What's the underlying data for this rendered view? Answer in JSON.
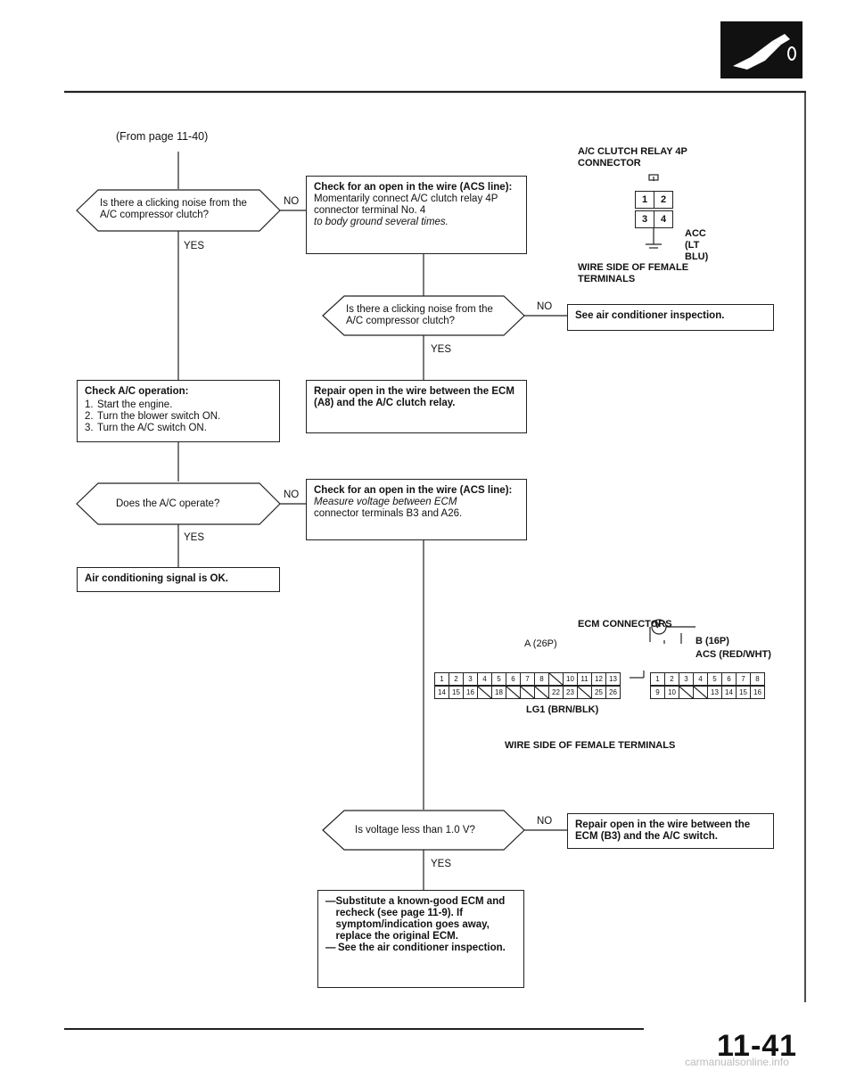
{
  "header": {
    "from_page": "(From page 11-40)",
    "page_number": "11-41",
    "watermark": "carmanualsonline.info"
  },
  "flow": {
    "q1": {
      "text": "Is there a clicking noise from the A/C compressor clutch?"
    },
    "b1": {
      "head": "Check for an open in the wire (ACS line):",
      "body": "Momentarily connect A/C clutch relay 4P connector terminal No. 4",
      "italic": "to body ground several times."
    },
    "q2": {
      "text": "Is there a clicking noise from the A/C compressor clutch?"
    },
    "b2": {
      "text": "See air conditioner inspection."
    },
    "b3": {
      "text": "Repair open in the wire between the ECM (A8) and the A/C clutch relay."
    },
    "b4": {
      "head": "Check A/C operation:",
      "steps": [
        "Start the engine.",
        "Turn the blower switch ON.",
        "Turn the A/C switch ON."
      ]
    },
    "q3": {
      "text": "Does the A/C operate?"
    },
    "b5": {
      "head": "Check for an open in the wire (ACS line):",
      "italic": "Measure voltage between ECM",
      "body": "connector terminals B3 and A26."
    },
    "b6": {
      "text": "Air conditioning signal is OK."
    },
    "q4": {
      "text": "Is voltage less than 1.0 V?"
    },
    "b7": {
      "text": "Repair open in the wire between the ECM (B3) and the A/C switch."
    },
    "b8": {
      "items": [
        "Substitute a known-good ECM and recheck (see page 11-9). If symptom/indication goes away, replace the original ECM.",
        "See the air conditioner inspection."
      ]
    },
    "labels": {
      "yes": "YES",
      "no": "NO"
    }
  },
  "relay": {
    "title": "A/C CLUTCH RELAY 4P CONNECTOR",
    "pins": [
      "1",
      "2",
      "3",
      "4"
    ],
    "wire": "ACC (LT BLU)",
    "side": "WIRE SIDE OF FEMALE TERMINALS"
  },
  "ecm": {
    "title": "ECM CONNECTORS",
    "a_label": "A (26P)",
    "b_label": "B (16P)",
    "acs": "ACS (RED/WHT)",
    "v_symbol": "V",
    "lg1": "LG1 (BRN/BLK)",
    "side": "WIRE SIDE OF FEMALE TERMINALS",
    "a_row1": [
      "1",
      "2",
      "3",
      "4",
      "5",
      "6",
      "7",
      "8",
      "",
      "10",
      "11",
      "12",
      "13"
    ],
    "a_row2": [
      "14",
      "15",
      "16",
      "",
      "18",
      "",
      "",
      "",
      "22",
      "23",
      "",
      "25",
      "26"
    ],
    "b_row1": [
      "1",
      "2",
      "3",
      "4",
      "5",
      "6",
      "7",
      "8"
    ],
    "b_row2": [
      "9",
      "10",
      "",
      "",
      "13",
      "14",
      "15",
      "16"
    ]
  }
}
